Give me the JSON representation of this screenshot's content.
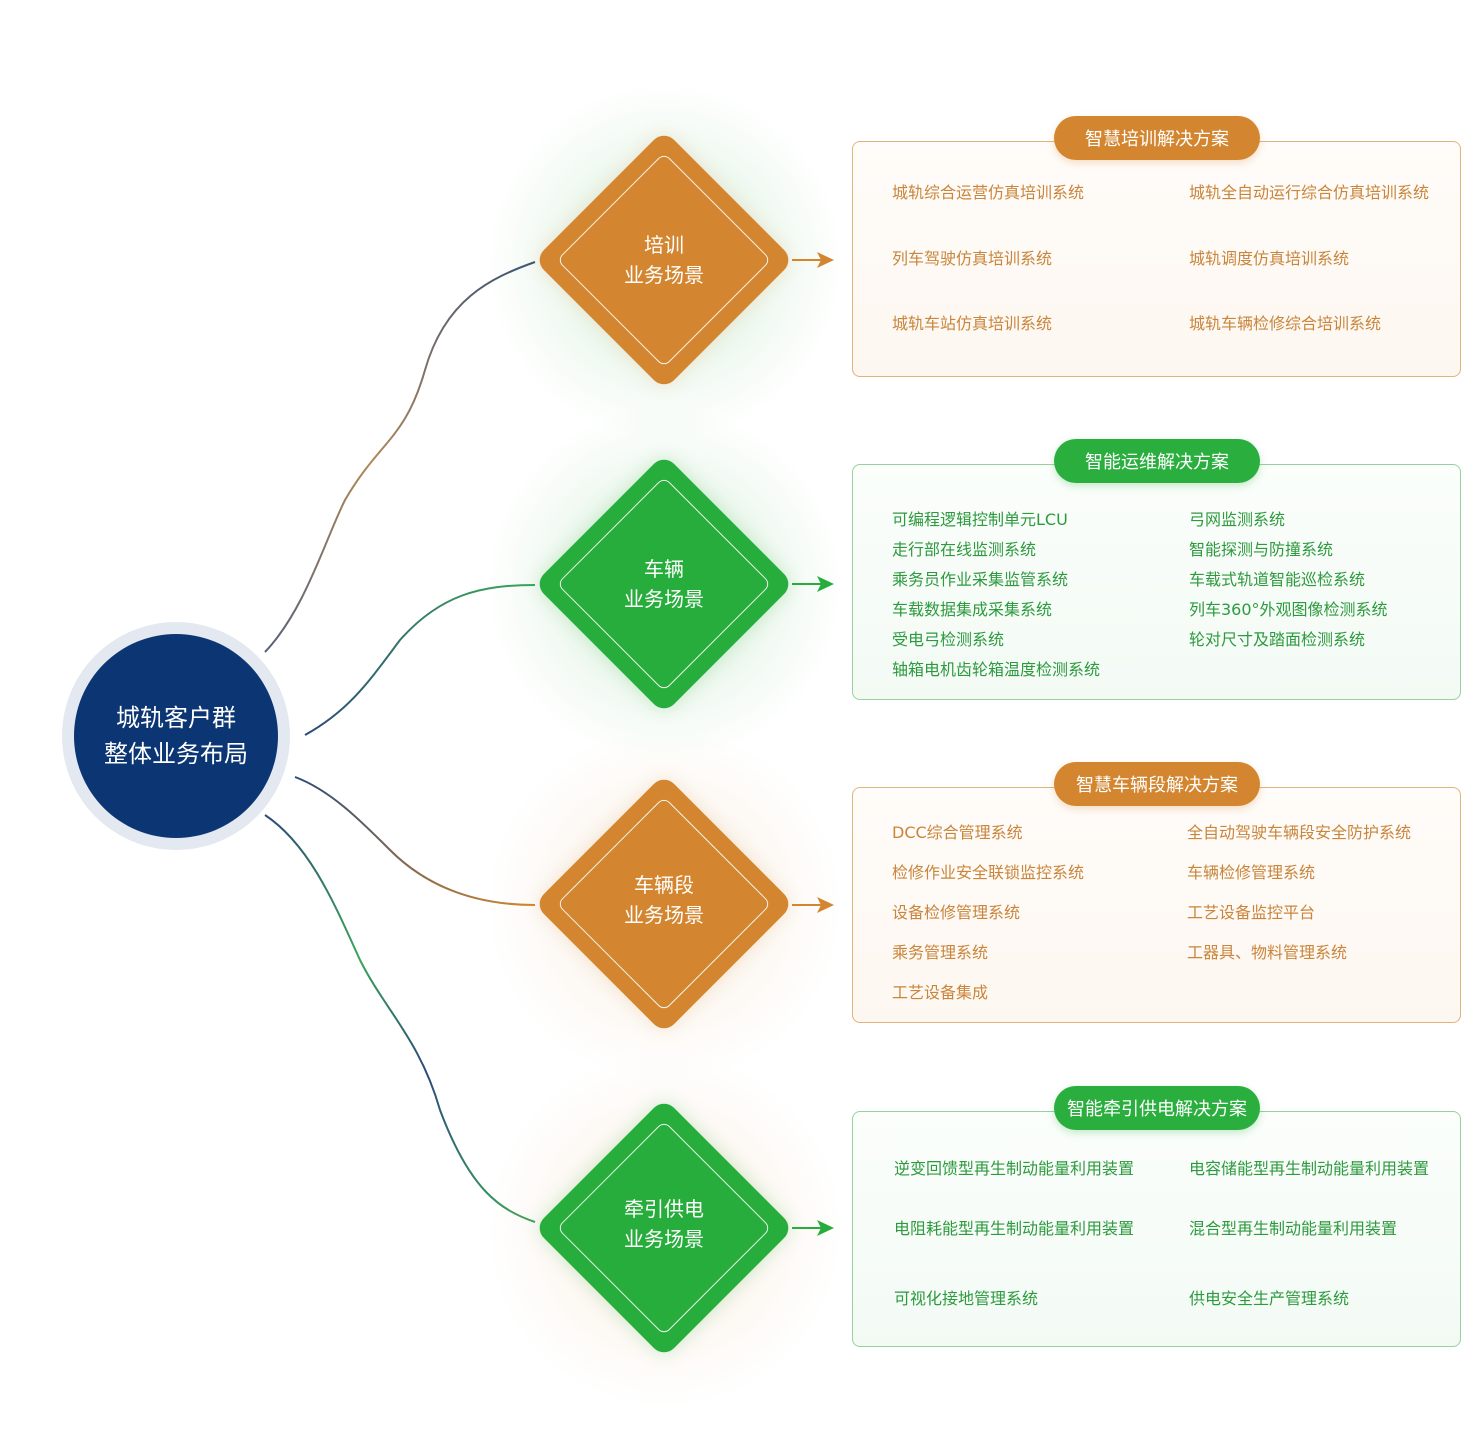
{
  "hub": {
    "line1": "城轨客户群",
    "line2": "整体业务布局"
  },
  "scenarios": [
    {
      "theme": "orange",
      "diamond_line1": "培训",
      "diamond_line2": "业务场景",
      "solution_title": "智慧培训解决方案",
      "items": [
        "城轨综合运营仿真培训系统",
        "城轨全自动运行综合仿真培训系统",
        "列车驾驶仿真培训系统",
        "城轨调度仿真培训系统",
        "城轨车站仿真培训系统",
        "城轨车辆检修综合培训系统"
      ]
    },
    {
      "theme": "green",
      "diamond_line1": "车辆",
      "diamond_line2": "业务场景",
      "solution_title": "智能运维解决方案",
      "items": [
        "可编程逻辑控制单元LCU",
        "弓网监测系统",
        "走行部在线监测系统",
        "智能探测与防撞系统",
        "乘务员作业采集监管系统",
        "车载式轨道智能巡检系统",
        "车载数据集成采集系统",
        "列车360°外观图像检测系统",
        "受电弓检测系统",
        "轮对尺寸及踏面检测系统",
        "轴箱电机齿轮箱温度检测系统"
      ]
    },
    {
      "theme": "orange",
      "diamond_line1": "车辆段",
      "diamond_line2": "业务场景",
      "solution_title": "智慧车辆段解决方案",
      "items": [
        "DCC综合管理系统",
        "全自动驾驶车辆段安全防护系统",
        "检修作业安全联锁监控系统",
        "车辆检修管理系统",
        "设备检修管理系统",
        "工艺设备监控平台",
        "乘务管理系统",
        "工器具、物料管理系统",
        "工艺设备集成"
      ]
    },
    {
      "theme": "green",
      "diamond_line1": "牵引供电",
      "diamond_line2": "业务场景",
      "solution_title": "智能牵引供电解决方案",
      "items": [
        "逆变回馈型再生制动能量利用装置",
        "电容储能型再生制动能量利用装置",
        "电阻耗能型再生制动能量利用装置",
        "混合型再生制动能量利用装置",
        "可视化接地管理系统",
        "供电安全生产管理系统"
      ]
    }
  ],
  "colors": {
    "hub": "#0b3673",
    "orange": "#d3862f",
    "green": "#27ad3c",
    "orange_text": "#c9853b",
    "green_text": "#2d9a3e",
    "connector_dark": "#2c4a78"
  }
}
